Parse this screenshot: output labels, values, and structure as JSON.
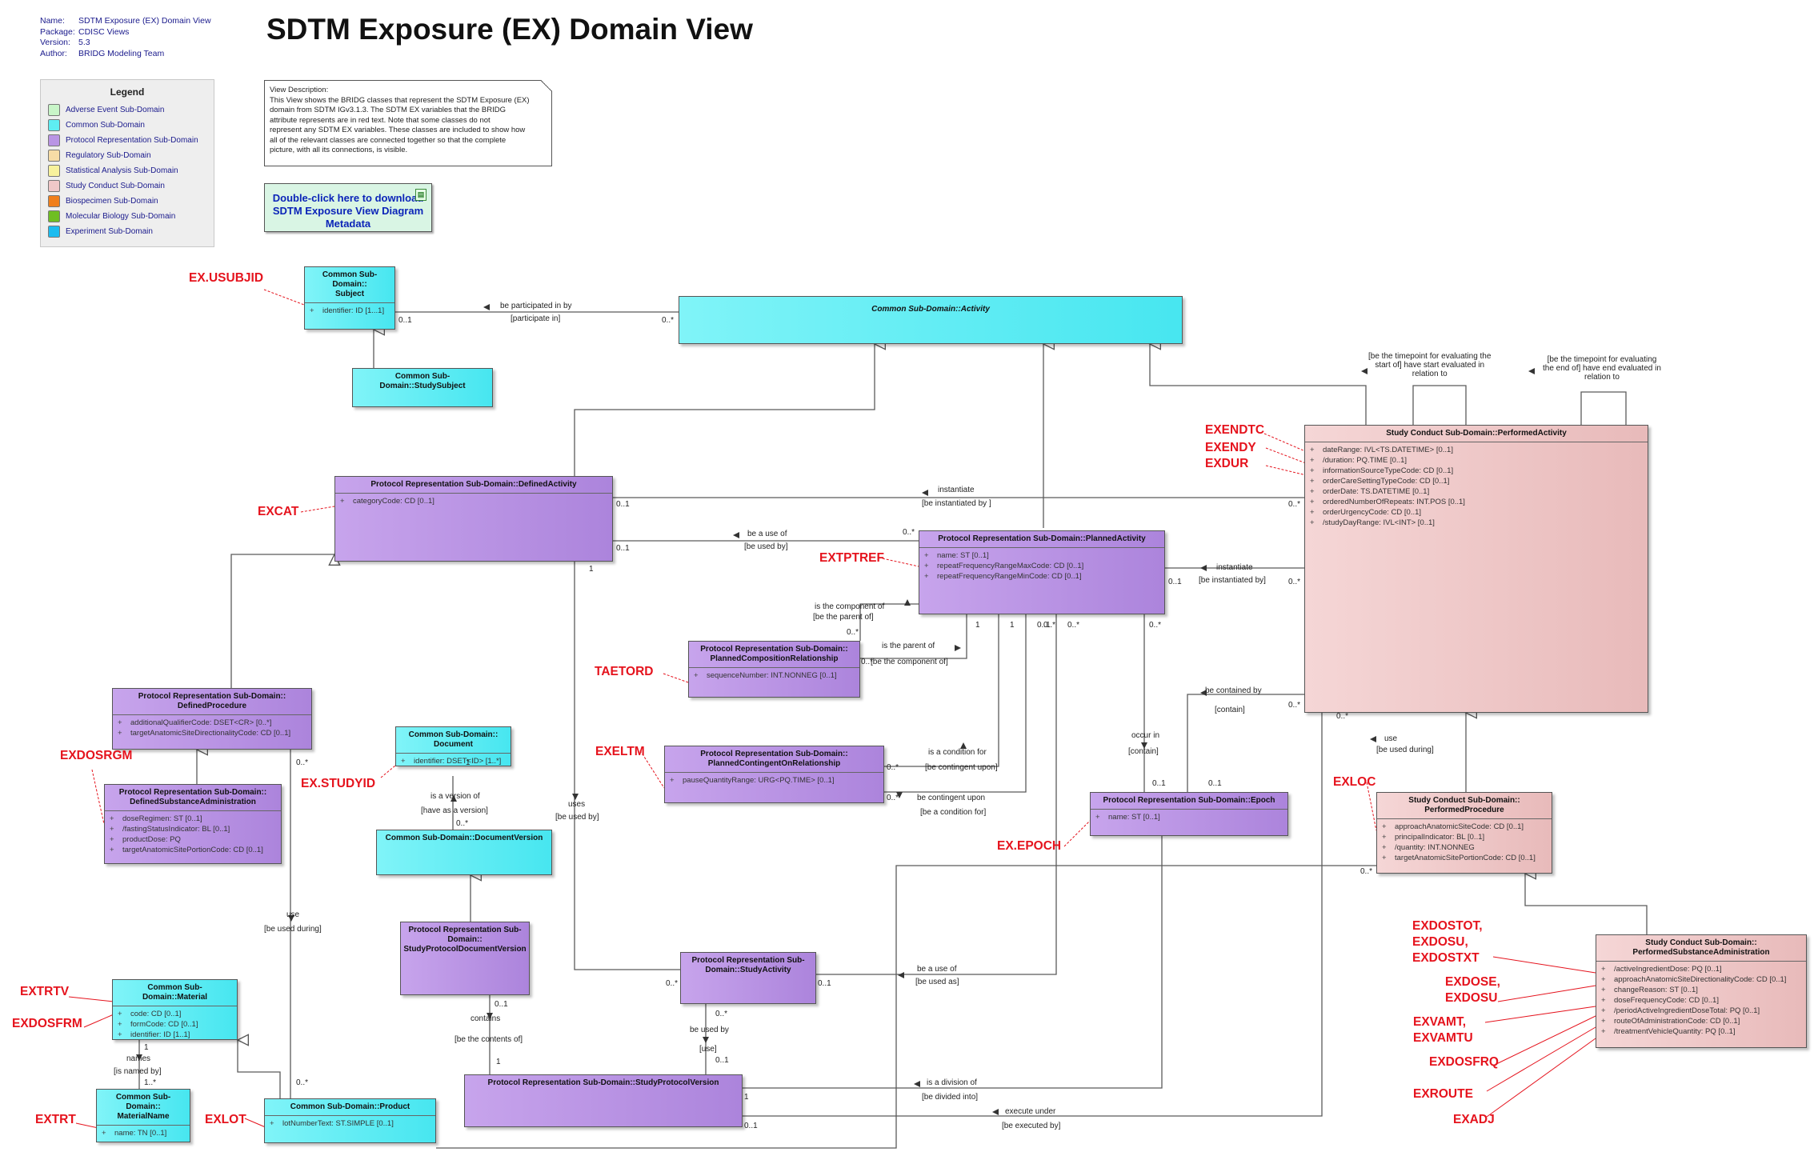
{
  "meta": {
    "name_key": "Name:",
    "name": "SDTM Exposure (EX) Domain View",
    "package_key": "Package:",
    "package": "CDISC Views",
    "version_key": "Version:",
    "version": "5.3",
    "author_key": "Author:",
    "author": "BRIDG Modeling Team"
  },
  "title": "SDTM Exposure (EX) Domain View",
  "legend": {
    "title": "Legend",
    "items": [
      {
        "label": "Adverse Event Sub-Domain",
        "color": "#c8f5c8"
      },
      {
        "label": "Common Sub-Domain",
        "color": "#5eeef2"
      },
      {
        "label": "Protocol Representation Sub-Domain",
        "color": "#b994e4"
      },
      {
        "label": "Regulatory Sub-Domain",
        "color": "#f7dca6"
      },
      {
        "label": "Statistical Analysis Sub-Domain",
        "color": "#f8f29c"
      },
      {
        "label": "Study Conduct Sub-Domain",
        "color": "#f0c8c8"
      },
      {
        "label": "Biospecimen Sub-Domain",
        "color": "#f07f1c"
      },
      {
        "label": "Molecular Biology Sub-Domain",
        "color": "#6fbe22"
      },
      {
        "label": "Experiment Sub-Domain",
        "color": "#1cbcf0"
      }
    ]
  },
  "note": {
    "lines": [
      "View Description:",
      "This View shows the BRIDG classes that represent the SDTM Exposure (EX)",
      "domain from SDTM IGv3.1.3. The SDTM EX variables that the BRIDG",
      "attribute represents are in red text. Note that some classes do not",
      "represent any SDTM EX variables. These classes are included to show how",
      "all of the relevant classes are connected together so that the complete",
      "picture, with all its connections, is visible."
    ]
  },
  "download": {
    "lines": [
      "Double-click here to download",
      "SDTM Exposure View Diagram",
      "Metadata"
    ]
  },
  "classes": {
    "subject": {
      "name": [
        "Common Sub-Domain::",
        "Subject"
      ],
      "attrs": [
        "identifier: ID [1...1]"
      ]
    },
    "study_subject": {
      "name": [
        "Common Sub-Domain::StudySubject"
      ],
      "attrs": []
    },
    "activity": {
      "name": [
        "Common Sub-Domain::Activity"
      ],
      "attrs": []
    },
    "defined_activity": {
      "name": [
        "Protocol Representation Sub-Domain::DefinedActivity"
      ],
      "attrs": [
        "categoryCode: CD [0..1]"
      ]
    },
    "planned_activity": {
      "name": [
        "Protocol Representation Sub-Domain::PlannedActivity"
      ],
      "attrs": [
        "name: ST [0..1]",
        "repeatFrequencyRangeMaxCode: CD [0..1]",
        "repeatFrequencyRangeMinCode: CD [0..1]"
      ]
    },
    "performed_activity": {
      "name": [
        "Study Conduct Sub-Domain::PerformedActivity"
      ],
      "attrs": [
        "dateRange: IVL<TS.DATETIME> [0..1]",
        "/duration: PQ.TIME [0..1]",
        "informationSourceTypeCode: CD [0..1]",
        "orderCareSettingTypeCode: CD [0..1]",
        "orderDate: TS.DATETIME [0..1]",
        "orderedNumberOfRepeats: INT.POS [0..1]",
        "orderUrgencyCode: CD [0..1]",
        "/studyDayRange: IVL<INT> [0..1]"
      ]
    },
    "planned_composition": {
      "name": [
        "Protocol Representation Sub-Domain::",
        "PlannedCompositionRelationship"
      ],
      "attrs": [
        "sequenceNumber: INT.NONNEG [0..1]"
      ]
    },
    "defined_procedure": {
      "name": [
        "Protocol Representation Sub-Domain::",
        "DefinedProcedure"
      ],
      "attrs": [
        "additionalQualifierCode: DSET<CR> [0..*]",
        "targetAnatomicSiteDirectionalityCode: CD [0..1]"
      ]
    },
    "defined_substance_admin": {
      "name": [
        "Protocol Representation Sub-Domain::",
        "DefinedSubstanceAdministration"
      ],
      "attrs": [
        "doseRegimen: ST [0..1]",
        "/fastingStatusIndicator: BL [0..1]",
        "productDose: PQ",
        "targetAnatomicSitePortionCode: CD [0..1]"
      ]
    },
    "document": {
      "name": [
        "Common Sub-Domain::",
        "Document"
      ],
      "attrs": [
        "identifier: DSET<ID> [1..*]"
      ]
    },
    "document_version": {
      "name": [
        "Common Sub-Domain::DocumentVersion"
      ],
      "attrs": []
    },
    "study_protocol_doc_version": {
      "name": [
        "Protocol Representation Sub-",
        "Domain::",
        "StudyProtocolDocumentVersion"
      ],
      "attrs": []
    },
    "planned_contingent": {
      "name": [
        "Protocol Representation Sub-Domain::",
        "PlannedContingentOnRelationship"
      ],
      "attrs": [
        "pauseQuantityRange: URG<PQ.TIME> [0..1]"
      ]
    },
    "epoch": {
      "name": [
        "Protocol Representation Sub-Domain::Epoch"
      ],
      "attrs": [
        "name: ST [0..1]"
      ]
    },
    "performed_procedure": {
      "name": [
        "Study Conduct Sub-Domain::",
        "PerformedProcedure"
      ],
      "attrs": [
        "approachAnatomicSiteCode: CD [0..1]",
        "principalIndicator: BL [0..1]",
        "/quantity: INT.NONNEG",
        "targetAnatomicSitePortionCode: CD [0..1]"
      ]
    },
    "performed_substance_admin": {
      "name": [
        "Study Conduct Sub-Domain::",
        "PerformedSubstanceAdministration"
      ],
      "attrs": [
        "/activeIngredientDose: PQ [0..1]",
        "approachAnatomicSiteDirectionalityCode: CD [0..1]",
        "changeReason: ST [0..1]",
        "doseFrequencyCode: CD [0..1]",
        "/periodActiveIngredientDoseTotal: PQ [0..1]",
        "routeOfAdministrationCode: CD [0..1]",
        "/treatmentVehicleQuantity: PQ [0..1]"
      ]
    },
    "study_activity": {
      "name": [
        "Protocol Representation Sub-",
        "Domain::StudyActivity"
      ],
      "attrs": []
    },
    "material": {
      "name": [
        "Common Sub-Domain::Material"
      ],
      "attrs": [
        "code: CD [0..1]",
        "formCode: CD [0..1]",
        "identifier: ID [1..1]"
      ]
    },
    "material_name": {
      "name": [
        "Common Sub-Domain::",
        "MaterialName"
      ],
      "attrs": [
        "name: TN [0..1]"
      ]
    },
    "product": {
      "name": [
        "Common Sub-Domain::Product"
      ],
      "attrs": [
        "lotNumberText: ST.SIMPLE [0..1]"
      ]
    },
    "study_protocol_version": {
      "name": [
        "Protocol Representation Sub-Domain::StudyProtocolVersion"
      ],
      "attrs": []
    }
  },
  "red_labels": [
    "EX.USUBJID",
    "EXCAT",
    "EXENDTC",
    "EXENDY",
    "EXDUR",
    "EXTPTREF",
    "TAETORD",
    "EXDOSRGM",
    "EX.STUDYID",
    "EXELTM",
    "EXLOC",
    "EX.EPOCH",
    "EXDOSTOT,",
    "EXDOSU,",
    "EXDOSTXT",
    "EXDOSE,",
    "EXDOSU",
    "EXVAMT,",
    "EXVAMTU",
    "EXDOSFRQ",
    "EXROUTE",
    "EXADJ",
    "EXTRTV",
    "EXDOSFRM",
    "EXTRT",
    "EXLOT"
  ],
  "edge_labels": {
    "be_participated_in_by": "be participated in by",
    "participate_in": "[participate in]",
    "m_0_1_a": "0..1",
    "m_0_star_a": "0..*",
    "instantiate": "instantiate",
    "be_instantiated_by": "[be instantiated by ]",
    "m_0_1_b": "0..1",
    "m_0_star_b": "0..*",
    "be_a_use_of": "be a use of",
    "be_used_by": "[be used by]",
    "m_0_1_c": "0..1",
    "m_0_star_c": "0..*",
    "instantiate2": "instantiate",
    "be_instantiated_by2": "[be instantiated by]",
    "m_0_1_d": "0..1",
    "m_0_star_d": "0..*",
    "timepoint_start": [
      "[be the timepoint for evaluating the",
      "start of] have start evaluated in",
      "relation to"
    ],
    "timepoint_end": [
      "[be the timepoint for evaluating",
      "the end of] have end evaluated in",
      "relation to"
    ],
    "is_component_of": "is the component of",
    "be_parent_of": "[be the parent of]",
    "is_parent_of": "is the parent of",
    "be_component_of": "[be the component of]",
    "m_0_star_e": "0..*",
    "m_0_star_f": "0..*",
    "m_1_a": "1",
    "m_1_b": "1",
    "m_0_1_e": "0..1",
    "m_0_star_g": "0..*",
    "m_0_star_h": "0..*",
    "m_1_c": "1",
    "is_a_condition_for": "is a condition for",
    "be_contingent_upon": "[be contingent upon]",
    "be_contingent_upon2": "be contingent upon",
    "be_a_condition_for": "[be a condition for]",
    "m_0_star_i": "0..*",
    "m_0_star_j": "0..*",
    "be_contained_by": "be contained by",
    "contain": "[contain]",
    "m_0_star_k": "0..*",
    "m_0_1_f": "0..1",
    "occur_in": "occur in",
    "contain2": "[contain]",
    "m_0_1_g": "0..1",
    "use": "use",
    "be_used_during": "[be used during]",
    "m_0_star_l": "0..*",
    "m_0_star_m": "0..*",
    "uses": "uses",
    "be_used_by2": "[be used by]",
    "m_0_star_n": "0..*",
    "m_1_d": "1",
    "is_a_version_of": "is a version of",
    "have_as_version": "[have as a version]",
    "m_0_star_o": "0..*",
    "use2": "use",
    "be_used_during2": "[be used during]",
    "m_0_star_p": "0..*",
    "be_a_use_of2": "be a use of",
    "be_used_as": "[be used as]",
    "m_0_star_q": "0..*",
    "m_0_1_h": "0..1",
    "be_used_by3": "be used by",
    "use3": "[use]",
    "m_0_star_r": "0..*",
    "m_0_1_i": "0..1",
    "contains": "contains",
    "be_contents_of": "[be the contents of]",
    "m_0_1_j": "0..1",
    "m_1_e": "1",
    "is_a_division_of": "is a division of",
    "be_divided_into": "[be divided into]",
    "m_1_f": "1",
    "execute_under": "execute under",
    "be_executed_by": "[be executed by]",
    "m_0_1_k": "0..1",
    "names": "names",
    "is_named_by": "[is named by]",
    "m_1_g": "1",
    "m_1_star": "1..*",
    "m_0_star_s": "0..*"
  },
  "colors": {
    "cyan": "#47e6f0",
    "purple": "#ac84dc",
    "pink": "#e8baba",
    "red": "#e5131d"
  }
}
